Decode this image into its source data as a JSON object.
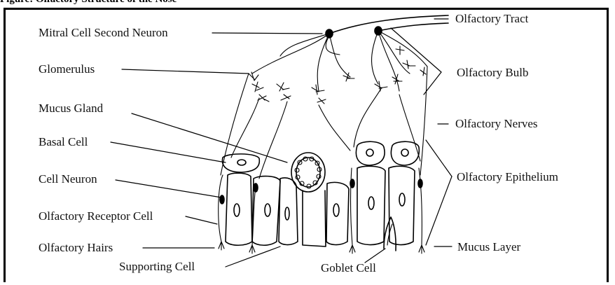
{
  "figure_caption": "Figure: Olfactory Structure of the Nose",
  "labels": {
    "mitral_cell": "Mitral Cell Second Neuron",
    "glomerulus": "Glomerulus",
    "mucus_gland": "Mucus Gland",
    "basal_cell": "Basal Cell",
    "cell_neuron": "Cell Neuron",
    "olfactory_receptor_cell": "Olfactory Receptor Cell",
    "olfactory_hairs": "Olfactory Hairs",
    "supporting_cell": "Supporting Cell",
    "goblet_cell": "Goblet Cell",
    "olfactory_tract": "Olfactory Tract",
    "olfactory_bulb": "Olfactory Bulb",
    "olfactory_nerves": "Olfactory Nerves",
    "olfactory_epithelium": "Olfactory Epithelium",
    "mucus_layer": "Mucus Layer"
  }
}
